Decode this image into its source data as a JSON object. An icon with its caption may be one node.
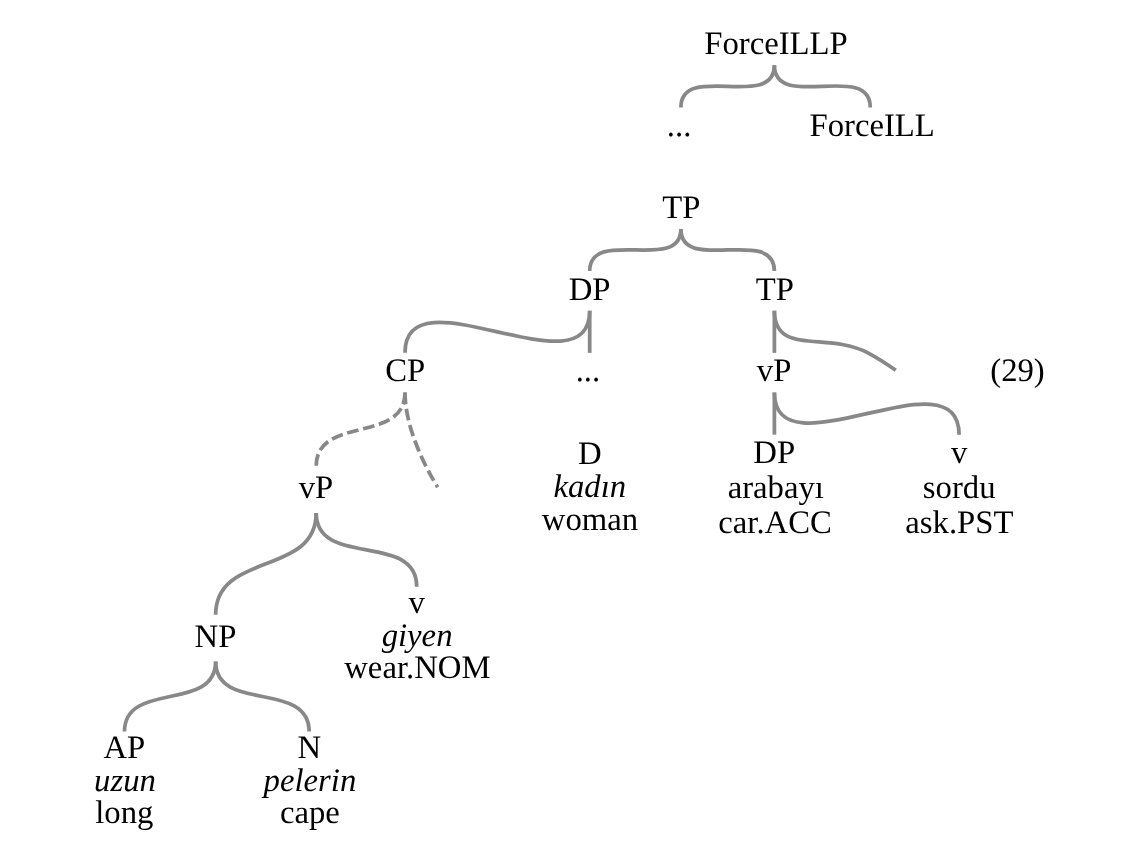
{
  "diagram": {
    "nodes": [
      {
        "text": [
          "ForceILLP"
        ]
      },
      {
        "text": [
          "..."
        ]
      },
      {
        "text": [
          "TP"
        ]
      },
      {
        "text": [
          "ForceILL"
        ]
      },
      {
        "text": [
          "DP"
        ]
      },
      {
        "text": [
          "TP"
        ]
      },
      {
        "text": [
          "CP"
        ]
      },
      {
        "text": [
          "..."
        ]
      },
      {
        "text": [
          "D",
          "kadın",
          "woman"
        ]
      },
      {
        "text": [
          "vP"
        ]
      },
      {
        "text": [
          "vP"
        ]
      },
      {
        "text": [
          "DP",
          "arabayı",
          "car.ACC"
        ]
      },
      {
        "text": [
          "v",
          "sordu",
          "ask.PST"
        ]
      },
      {
        "text": [
          "NP"
        ]
      },
      {
        "text": [
          "v",
          "giyen",
          "wear.NOM"
        ]
      },
      {
        "text": [
          "AP",
          "uzun",
          "long"
        ]
      },
      {
        "text": [
          "N",
          "pelerin",
          "cape"
        ]
      }
    ],
    "edges": [
      {
        "from": 0,
        "to": 1,
        "arrow": "none"
      },
      {
        "from": 0,
        "to": 3,
        "arrow": "none"
      },
      {
        "from": 2,
        "to": 4,
        "arrow": "none"
      },
      {
        "from": 2,
        "to": 5,
        "arrow": "none"
      },
      {
        "from": 4,
        "to": 6,
        "arrow": "none"
      },
      {
        "from": 4,
        "to": 7,
        "arrow": "none"
      },
      {
        "from": 5,
        "to": 9,
        "arrow": "none"
      },
      {
        "from": 5,
        "to": null,
        "arrow": "none"
      },
      {
        "from": 6,
        "to": null,
        "arrow": "none",
        "style": "dashed"
      },
      {
        "from": 6,
        "to": 10,
        "arrow": "none",
        "style": "dashed"
      },
      {
        "from": 9,
        "to": 11,
        "arrow": "none"
      },
      {
        "from": 9,
        "to": 12,
        "arrow": "none"
      },
      {
        "from": 10,
        "to": 13,
        "arrow": "none"
      },
      {
        "from": 10,
        "to": 14,
        "arrow": "none"
      },
      {
        "from": 13,
        "to": 15,
        "arrow": "none"
      },
      {
        "from": 13,
        "to": 16,
        "arrow": "none"
      }
    ],
    "labels": [
      "(29)"
    ]
  }
}
